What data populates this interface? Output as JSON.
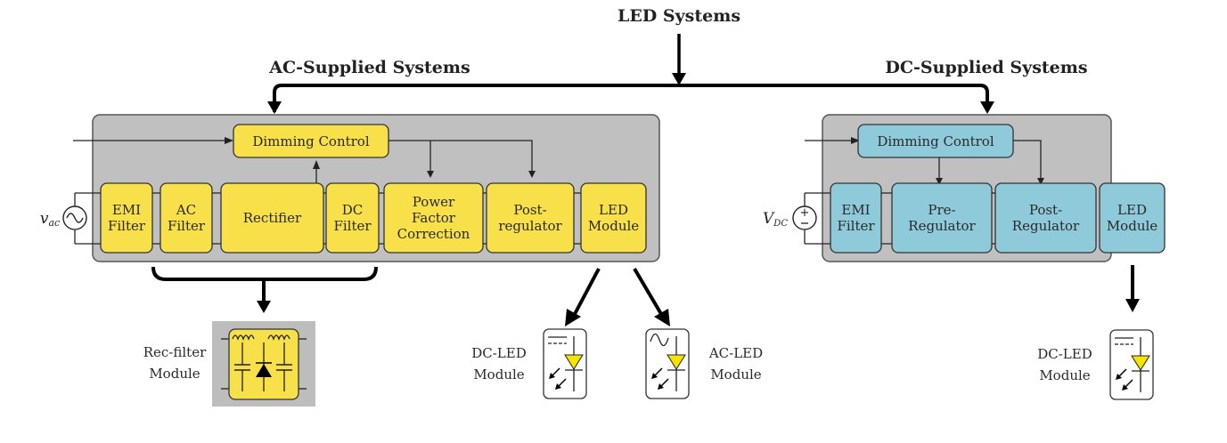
{
  "titles": {
    "root": "LED Systems",
    "ac": "AC-Supplied Systems",
    "dc": "DC-Supplied Systems"
  },
  "ac_system": {
    "source_label": "v",
    "source_sub": "ac",
    "dimming": "Dimming Control",
    "blocks": [
      {
        "id": "emi",
        "lines": [
          "EMI",
          "Filter"
        ]
      },
      {
        "id": "acf",
        "lines": [
          "AC",
          "Filter"
        ]
      },
      {
        "id": "rect",
        "lines": [
          "Rectifier"
        ]
      },
      {
        "id": "dcf",
        "lines": [
          "DC",
          "Filter"
        ]
      },
      {
        "id": "pfc",
        "lines": [
          "Power",
          "Factor",
          "Correction"
        ]
      },
      {
        "id": "post",
        "lines": [
          "Post-",
          "regulator"
        ]
      },
      {
        "id": "led",
        "lines": [
          "LED",
          "Module"
        ]
      }
    ],
    "recfilter_label": [
      "Rec-filter",
      "Module"
    ],
    "dcled_label": [
      "DC-LED",
      "Module"
    ],
    "acled_label": [
      "AC-LED",
      "Module"
    ]
  },
  "dc_system": {
    "source_label": "V",
    "source_sub": "DC",
    "dimming": "Dimming Control",
    "blocks": [
      {
        "id": "emi",
        "lines": [
          "EMI",
          "Filter"
        ]
      },
      {
        "id": "pre",
        "lines": [
          "Pre-",
          "Regulator"
        ]
      },
      {
        "id": "post",
        "lines": [
          "Post-",
          "Regulator"
        ]
      },
      {
        "id": "led",
        "lines": [
          "LED",
          "Module"
        ]
      }
    ],
    "dcled_label": [
      "DC-LED",
      "Module"
    ]
  },
  "colors": {
    "ac_block": "#f7e04a",
    "dc_block": "#8ecad9",
    "panel": "#c0c0c0",
    "led": "#f5e400"
  }
}
